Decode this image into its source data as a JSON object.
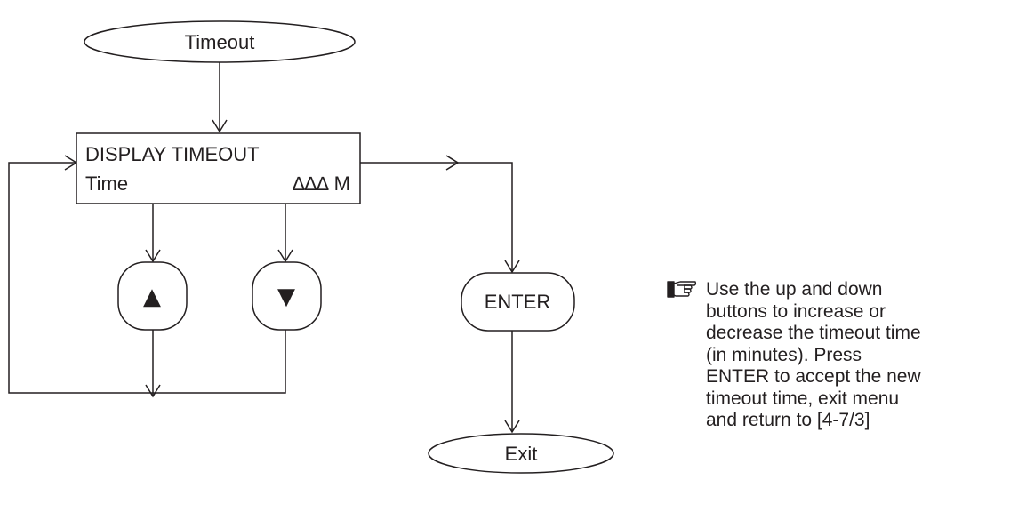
{
  "nodes": {
    "start": "Timeout",
    "display_line1": "DISPLAY TIMEOUT",
    "display_line2_label": "Time",
    "display_line2_value": "∆∆∆ M",
    "up_symbol": "▲",
    "down_symbol": "▼",
    "enter": "ENTER",
    "exit": "Exit"
  },
  "note": {
    "icon": "pointing-hand-icon",
    "text": "Use the up and down\nbuttons to increase or\ndecrease the timeout time\n(in minutes).  Press\nENTER to accept the new\ntimeout time, exit menu\nand return to [4-7/3]"
  }
}
